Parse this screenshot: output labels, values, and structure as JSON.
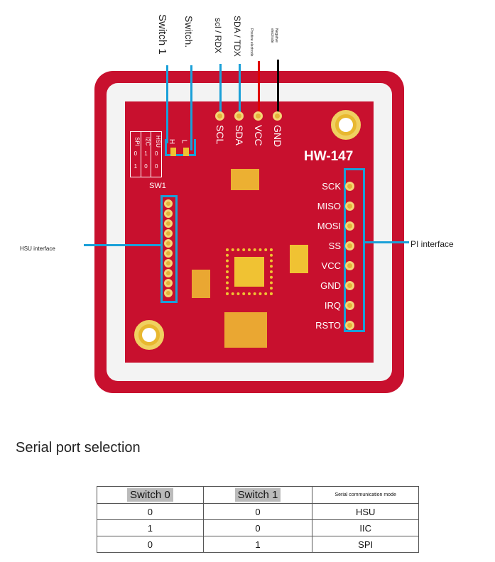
{
  "top_labels": {
    "switch1": "Switch 1",
    "switch0": "Switch.",
    "scl_rdx": "scl / RDX",
    "sda_tdx": "SDA / TDX",
    "positive": "Positive electrode",
    "negative": "Negative electrode"
  },
  "board": {
    "model": "HW-147",
    "top_pins": [
      "SCL",
      "SDA",
      "VCC",
      "GND"
    ],
    "right_pins": [
      "SCK",
      "MISO",
      "MOSI",
      "SS",
      "VCC",
      "GND",
      "IRQ",
      "RSTO"
    ],
    "switch_label": "SW1",
    "switch_marks": [
      "H",
      "L"
    ],
    "silk_table": [
      [
        "HSU",
        "0",
        "0"
      ],
      [
        "I2C",
        "1",
        "0"
      ],
      [
        "SPI",
        "0",
        "1"
      ]
    ],
    "colors": {
      "pcb": "#c8102e",
      "pad": "#f0c233",
      "callout": "#1aa0d8",
      "positive_wire": "#e00000",
      "negative_wire": "#000000"
    }
  },
  "callouts": {
    "hsu": "HSU interface",
    "pi": "PI interface"
  },
  "section_title": "Serial port selection",
  "table": {
    "headers": [
      "Switch 0",
      "Switch 1",
      "Serial communication mode"
    ],
    "rows": [
      [
        "0",
        "0",
        "HSU"
      ],
      [
        "1",
        "0",
        "IIC"
      ],
      [
        "0",
        "1",
        "SPI"
      ]
    ]
  }
}
